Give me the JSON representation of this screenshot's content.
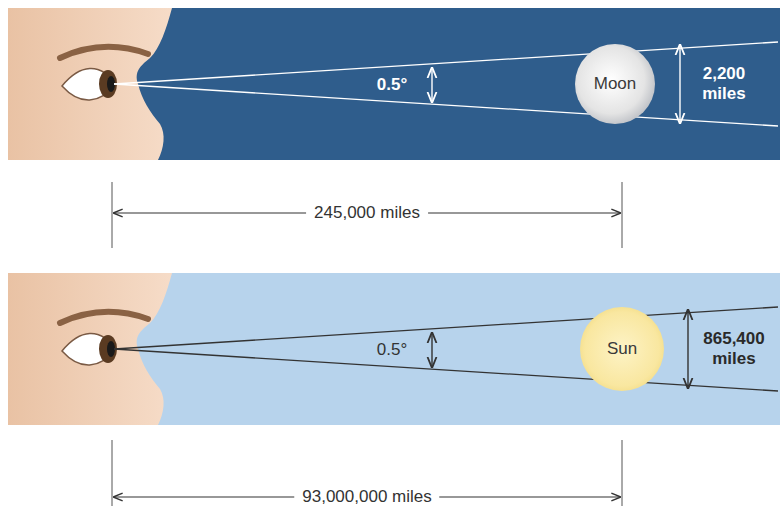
{
  "diagram": {
    "nodes": [
      {
        "text": [
          "Moon"
        ]
      },
      {
        "text": [
          "Sun"
        ]
      }
    ],
    "labels": [
      "0.5°",
      "2,200 miles",
      "245,000 miles",
      "0.5°",
      "865,400 miles",
      "93,000,000 miles"
    ]
  }
}
